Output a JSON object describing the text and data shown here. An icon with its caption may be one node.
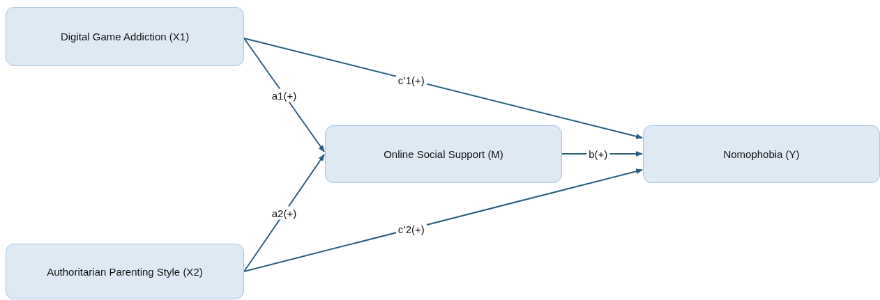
{
  "diagram": {
    "nodes": [
      {
        "text": [
          "Digital Game Addiction (X1)"
        ]
      },
      {
        "text": [
          "Online Social Support (M)"
        ]
      },
      {
        "text": [
          "Nomophobia (Y)"
        ]
      },
      {
        "text": [
          "Authoritarian Parenting Style (X2)"
        ]
      }
    ],
    "edges": [
      {
        "from": 0,
        "to": 1,
        "arrow": "to",
        "label": "a1(+)"
      },
      {
        "from": 0,
        "to": 2,
        "arrow": "to",
        "label": "c’1(+)"
      },
      {
        "from": 1,
        "to": 2,
        "arrow": "to",
        "label": "b(+)"
      },
      {
        "from": 3,
        "to": 1,
        "arrow": "to",
        "label": "a2(+)"
      },
      {
        "from": 3,
        "to": 2,
        "arrow": "to",
        "label": "c’2(+)"
      }
    ]
  }
}
